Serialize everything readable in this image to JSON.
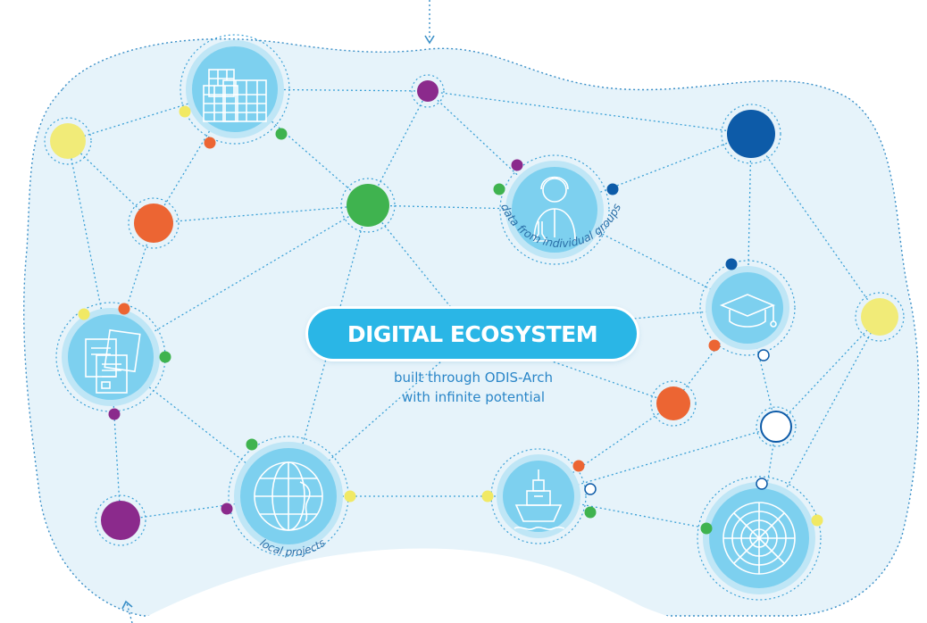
{
  "center": {
    "title": "DIGITAL ECOSYSTEM",
    "subtitle_line1": "built through ODIS-Arch",
    "subtitle_line2": "with infinite potential"
  },
  "hub_labels": {
    "individual_groups": "data from individual groups",
    "local_projects": "local projects"
  },
  "icons": [
    "spreadsheet-icon",
    "documents-icon",
    "scientist-icon",
    "graduation-cap-icon",
    "globe-icon",
    "ship-icon",
    "radar-icon"
  ],
  "colors": {
    "background_blob": "#e6f3fa",
    "blob_outline": "#3a8fc7",
    "link_line": "#3aa0d6",
    "hub_fill": "#7dd0ef",
    "hub_ring": "#bfe6f6",
    "title_pill": "#2ab6e6",
    "orange": "#ec6533",
    "green": "#3fb34f",
    "purple": "#8b2a8c",
    "yellow": "#f1eb78",
    "navy": "#0d5ba8",
    "small_yellow": "#f1e964"
  }
}
